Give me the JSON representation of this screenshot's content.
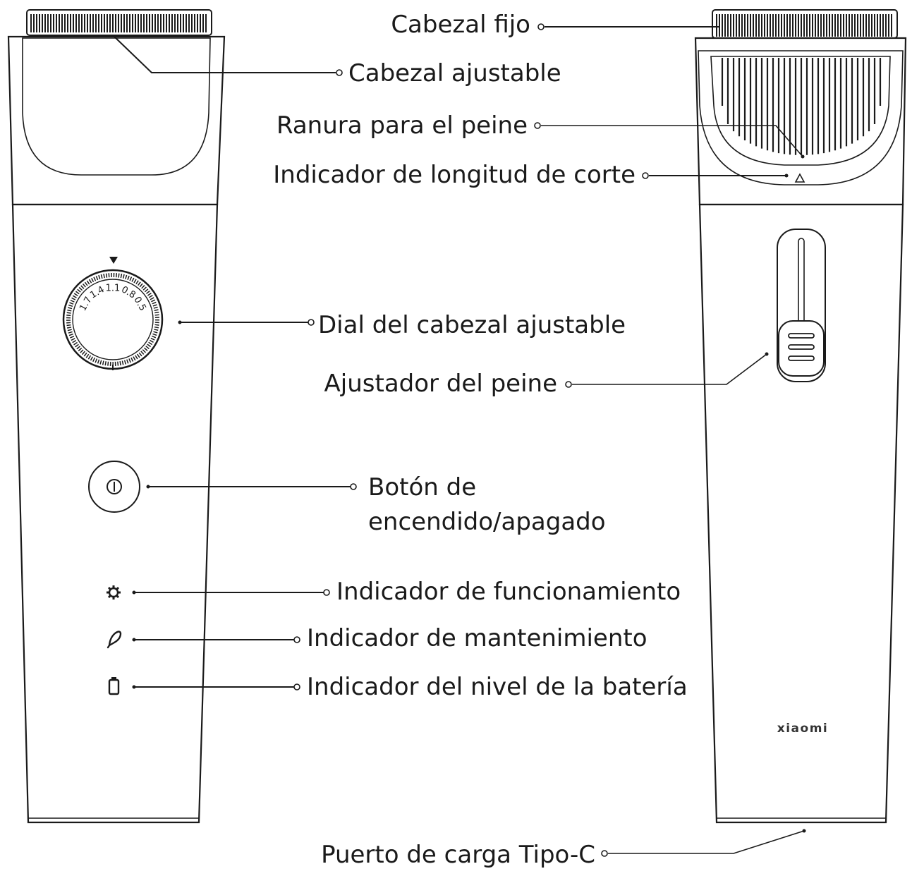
{
  "labels": {
    "fixed_head": "Cabezal fijo",
    "adjustable_head": "Cabezal ajustable",
    "comb_slot": "Ranura para el peine",
    "length_indicator": "Indicador de longitud de corte",
    "dial": "Dial del cabezal ajustable",
    "comb_adjuster": "Ajustador del peine",
    "power_button_line1": "Botón de",
    "power_button_line2": "encendido/apagado",
    "operation_indicator": "Indicador de funcionamiento",
    "maintenance_indicator": "Indicador de mantenimiento",
    "battery_indicator": "Indicador del nivel de la batería",
    "charging_port": "Puerto de carga Tipo-C"
  },
  "dial_marks": [
    "1.7",
    "1.4",
    "1.1",
    "0.8",
    "0.5"
  ],
  "brand": "xiaomi",
  "icons": [
    "power-icon",
    "gear-icon",
    "maintenance-icon",
    "battery-icon",
    "triangle-indicator-icon",
    "dial-pointer-icon"
  ]
}
